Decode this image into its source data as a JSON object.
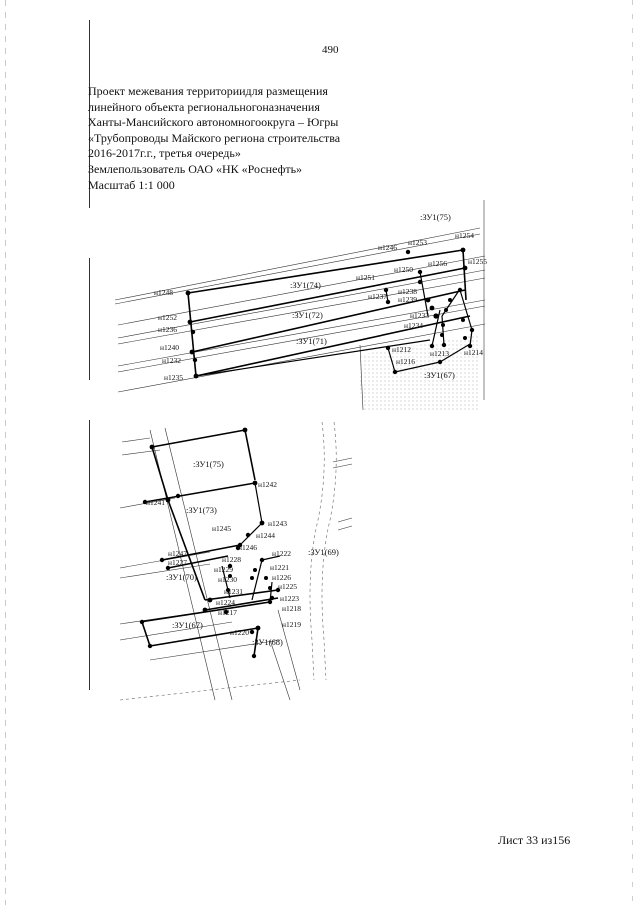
{
  "page_number": "490",
  "title_lines": [
    "Проект межевания территориидля размещения",
    "линейного объекта региональногоназначения",
    "Ханты-Мансийского автономногоокруга – Югры",
    "«Трубопроводы Майского региона строительства",
    "2016-2017г.г., третья очередь»",
    "Землепользователь ОАО «НК «Роснефть»",
    "Масштаб 1:1 000"
  ],
  "map1": {
    "parcels": [
      ":ЗУ1(75)",
      ":ЗУ1(74)",
      ":ЗУ1(72)",
      ":ЗУ1(71)",
      ":ЗУ1(67)"
    ],
    "points": [
      "н1246",
      "н1253",
      "н1254",
      "н1256",
      "н1255",
      "н1250",
      "н1251",
      "н1248",
      "н1238",
      "н1237",
      "н1239",
      "н1252",
      "н1236",
      "н1233",
      "н1234",
      "н1240",
      "н1232",
      "н1212",
      "н1213",
      "н1214",
      "н1216",
      "н1235"
    ]
  },
  "map2": {
    "parcels": [
      ":ЗУ1(75)",
      ":ЗУ1(73)",
      ":ЗУ1(69)",
      ":ЗУ1(70)",
      ":ЗУ1(67)",
      ":ЗУ1(68)"
    ],
    "points": [
      "н1242",
      "н1241",
      "н1243",
      "н1245",
      "н1244",
      "н1246",
      "н1247",
      "н1222",
      "н1227",
      "н1228",
      "н1221",
      "н1229",
      "н1226",
      "н1230",
      "н1225",
      "н1231",
      "н1223",
      "н1224",
      "н1218",
      "н1217",
      "н1219",
      "н1220"
    ]
  },
  "sheet": "Лист 33 из156"
}
